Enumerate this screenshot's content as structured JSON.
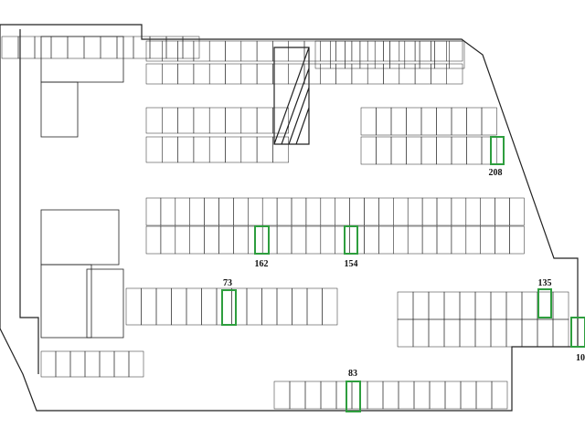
{
  "plan": {
    "highlight_color": "#2e9e3e",
    "wall_color": "#222222",
    "highlighted_spaces": [
      {
        "id": "space-208",
        "label": "208"
      },
      {
        "id": "space-162",
        "label": "162"
      },
      {
        "id": "space-154",
        "label": "154"
      },
      {
        "id": "space-73",
        "label": "73"
      },
      {
        "id": "space-135",
        "label": "135"
      },
      {
        "id": "space-10x",
        "label": "10"
      },
      {
        "id": "space-83",
        "label": "83"
      }
    ]
  }
}
